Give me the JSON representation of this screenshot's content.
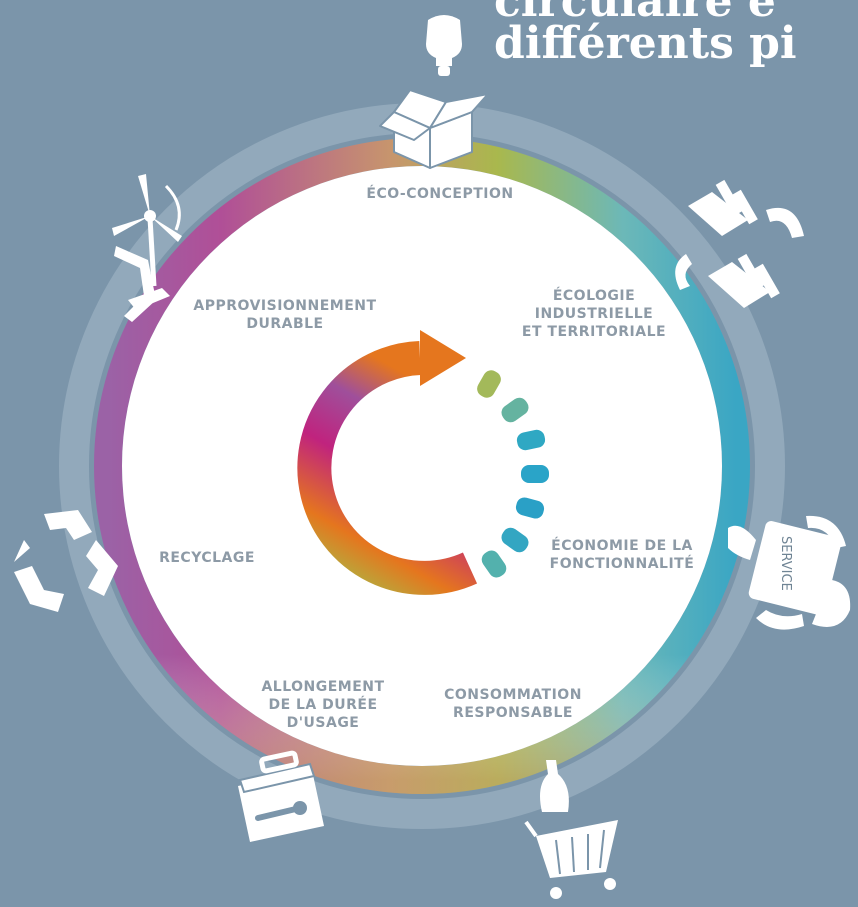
{
  "title": {
    "line1": "circulaire e",
    "line2": "différents pi"
  },
  "pillars": [
    {
      "id": "eco_conception",
      "lines": [
        "ÉCO-CONCEPTION"
      ],
      "icon": "box-icon"
    },
    {
      "id": "ecologie_industrielle",
      "lines": [
        "ÉCOLOGIE",
        "INDUSTRIELLE",
        "ET TERRITORIALE"
      ],
      "icon": "factory-icon"
    },
    {
      "id": "economie_fonctionnalite",
      "lines": [
        "ÉCONOMIE DE LA",
        "FONCTIONNALITÉ"
      ],
      "icon": "service-card-icon"
    },
    {
      "id": "consommation_responsable",
      "lines": [
        "CONSOMMATION",
        "RESPONSABLE"
      ],
      "icon": "shopping-cart-icon"
    },
    {
      "id": "allongement",
      "lines": [
        "ALLONGEMENT",
        "DE LA DURÉE",
        "D'USAGE"
      ],
      "icon": "toolbox-icon"
    },
    {
      "id": "recyclage",
      "lines": [
        "RECYCLAGE"
      ],
      "icon": "recycle-icon"
    },
    {
      "id": "approvisionnement",
      "lines": [
        "APPROVISIONNEMENT",
        "DURABLE"
      ],
      "icon": "wind-turbine-icon"
    }
  ],
  "service_card_text": "SERVICE",
  "colors": {
    "background": "#7b95aa",
    "outer_ring": "#92a9bb",
    "label_text": "#8d9aa6",
    "gradient": [
      "#9b62a6",
      "#b5488f",
      "#c8a26a",
      "#a9b84d",
      "#6cb8b8",
      "#3aa6c4"
    ],
    "arrow_gradient": [
      "#a3c04a",
      "#e5761e",
      "#c0237e",
      "#9f4f9b"
    ],
    "dots": [
      "#a3b95a",
      "#65b3a0",
      "#2fa8c3",
      "#2aa4c8",
      "#2aa0c6",
      "#33a6c2",
      "#53b1ad"
    ]
  }
}
